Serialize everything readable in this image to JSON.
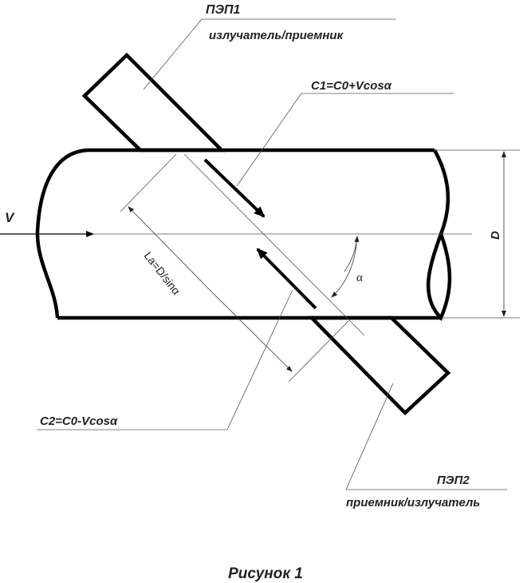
{
  "labels": {
    "pep1": "ПЭП1",
    "pep1_role": "излучатель/приемник",
    "c1": "C1=C0+Vcosα",
    "c2": "C2=C0-Vcosα",
    "pep2": "ПЭП2",
    "pep2_role": "приемник/излучатель",
    "velocity": "V",
    "diameter": "D",
    "path_length": "La=D/sinα",
    "angle": "α"
  },
  "caption": "Рисунок 1"
}
